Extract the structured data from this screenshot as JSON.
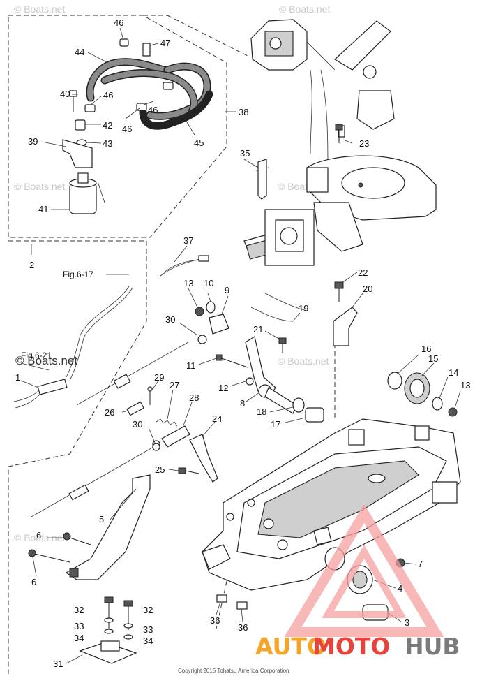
{
  "diagram": {
    "callouts": {
      "c1": "1",
      "c2": "2",
      "c3": "3",
      "c4": "4",
      "c5": "5",
      "c6a": "6",
      "c6b": "6",
      "c7": "7",
      "c8": "8",
      "c9": "9",
      "c10": "10",
      "c11": "11",
      "c12": "12",
      "c13a": "13",
      "c13b": "13",
      "c14": "14",
      "c15": "15",
      "c16": "16",
      "c17": "17",
      "c18": "18",
      "c19": "19",
      "c20": "20",
      "c21": "21",
      "c22": "22",
      "c23": "23",
      "c24": "24",
      "c25": "25",
      "c26": "26",
      "c27": "27",
      "c28": "28",
      "c29": "29",
      "c30a": "30",
      "c30b": "30",
      "c31": "31",
      "c32a": "32",
      "c32b": "32",
      "c33a": "33",
      "c33b": "33",
      "c34a": "34",
      "c34b": "34",
      "c35": "35",
      "c36a": "36",
      "c36b": "36",
      "c37": "37",
      "c38": "38",
      "c39": "39",
      "c40": "40",
      "c41": "41",
      "c42": "42",
      "c43": "43",
      "c44": "44",
      "c45": "45",
      "c46a": "46",
      "c46b": "46",
      "c46c": "46",
      "c46d": "46",
      "c47": "47"
    },
    "figure_refs": {
      "ref1": "Fig.6-17",
      "ref2": "Fig.6-21"
    },
    "watermarks": {
      "wm": "© Boats.net",
      "wm_main": "© Boats.net"
    },
    "copyright": "Copyright 2015 Tohatsu America Corporation",
    "brand": {
      "part1": "AUTO",
      "part2": "MOTO",
      "part3": "HUB"
    },
    "colors": {
      "brand_orange": "#f4a428",
      "brand_red": "#e8423a",
      "brand_gray": "#7a7a7a",
      "logo_red": "#f5a0a0"
    }
  }
}
